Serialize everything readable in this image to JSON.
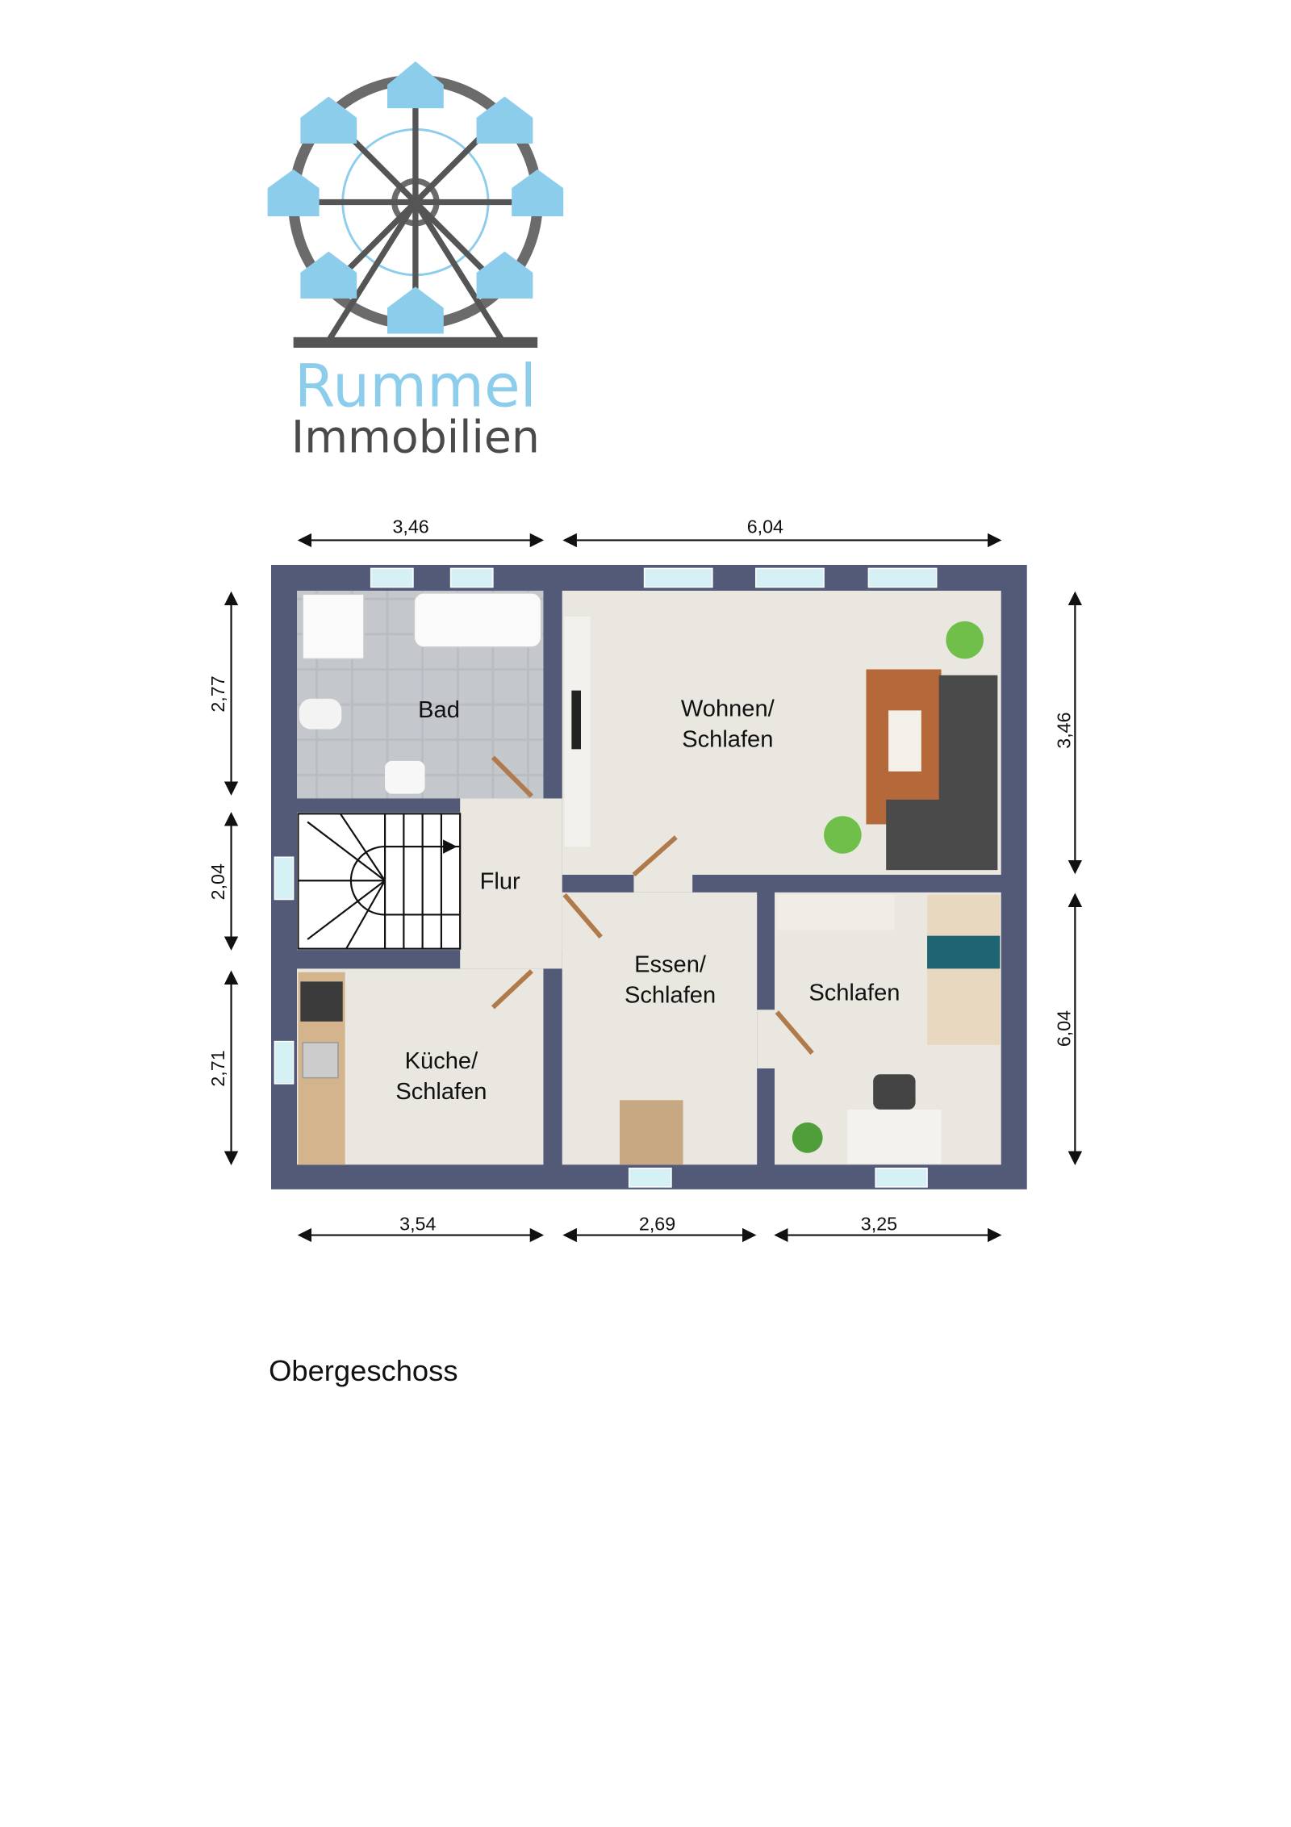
{
  "logo": {
    "brand_line1": "Rummel",
    "brand_line2": "Immobilien"
  },
  "rooms": {
    "bad": "Bad",
    "wohnen_l1": "Wohnen/",
    "wohnen_l2": "Schlafen",
    "flur": "Flur",
    "essen_l1": "Essen/",
    "essen_l2": "Schlafen",
    "schlafen": "Schlafen",
    "kueche_l1": "Küche/",
    "kueche_l2": "Schlafen"
  },
  "dimensions": {
    "top": [
      "3,46",
      "6,04"
    ],
    "left": [
      "2,77",
      "2,04",
      "2,71"
    ],
    "right": [
      "3,46",
      "6,04"
    ],
    "bottom": [
      "3,54",
      "2,69",
      "3,25"
    ]
  },
  "caption": "Obergeschoss",
  "colors": {
    "wall": "#525a78",
    "floor": "#e9e7e0",
    "brand_blue": "#8dcdec",
    "tile": "#b9bdc2"
  }
}
